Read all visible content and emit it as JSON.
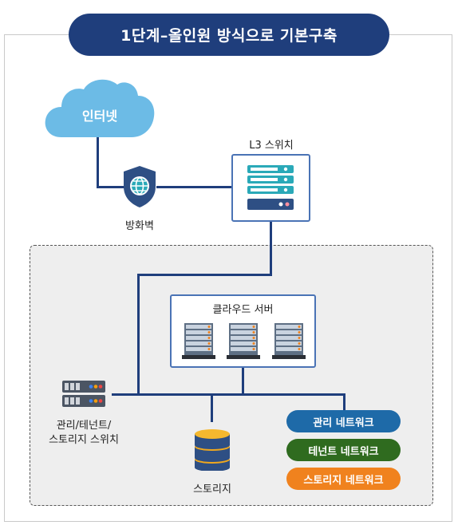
{
  "title": "1단계–올인원 방식으로 기본구축",
  "nodes": {
    "internet": "인터넷",
    "firewall": "방화벽",
    "l3_switch": "L3 스위치",
    "cloud_server": "클라우드 서버",
    "mgmt_switch_line1": "관리/테넌트/",
    "mgmt_switch_line2": "스토리지 스위치",
    "storage": "스토리지"
  },
  "networks": [
    {
      "label": "관리 네트워크",
      "color": "#1e6aa8"
    },
    {
      "label": "테넌트 네트워크",
      "color": "#2f6b1f"
    },
    {
      "label": "스토리지 네트워크",
      "color": "#f0821e"
    }
  ],
  "colors": {
    "title_bg": "#1f3e7c",
    "line": "#1f3e7c",
    "cloud": "#6cbbe6",
    "box_border": "#4a73b5",
    "inner_bg": "#eeeeee"
  },
  "icons": [
    "cloud-icon",
    "firewall-shield-icon",
    "l3-switch-icon",
    "server-rack-icon",
    "switch-icon",
    "database-icon"
  ]
}
